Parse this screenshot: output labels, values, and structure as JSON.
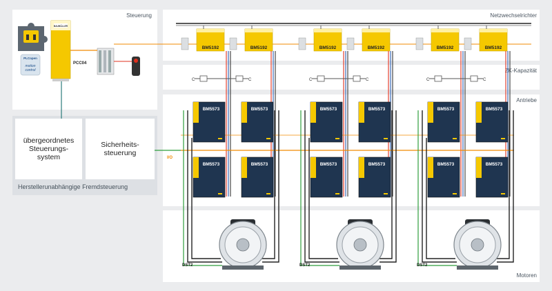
{
  "sections": {
    "steuerung": "Steuerung",
    "netzwechselrichter": "Netzwechselrichter",
    "zk_kapazitaet": "ZK-Kapazität",
    "antriebe": "Antriebe",
    "motoren": "Motoren",
    "fremdsteuerung": "Herstellerunabhängige Fremdsteuerung"
  },
  "controller": {
    "name": "PCC04",
    "brand": "BAUMÜLLER"
  },
  "badges": {
    "plcopen": "PLCopen",
    "motion": "motion",
    "control": "control"
  },
  "boxes": {
    "upper_line1": "übergeordnetes",
    "upper_line2": "Steuerungs-",
    "upper_line3": "system",
    "safety_line1": "Sicherheits-",
    "safety_line2": "steuerung"
  },
  "io_label": "I/O",
  "inverter_label": "BM5192",
  "drive_label": "BM5573",
  "capacitor_label": "C",
  "motor_label": "DST2",
  "colors": {
    "module_yellow": "#f5c800",
    "drive_navy": "#1f3550",
    "bus_orange": "#f08a00",
    "line_red": "#e0301e",
    "line_blue": "#2a5db0",
    "line_green": "#2e9e3c",
    "cable_black": "#222222",
    "teal": "#2a7a7a"
  }
}
